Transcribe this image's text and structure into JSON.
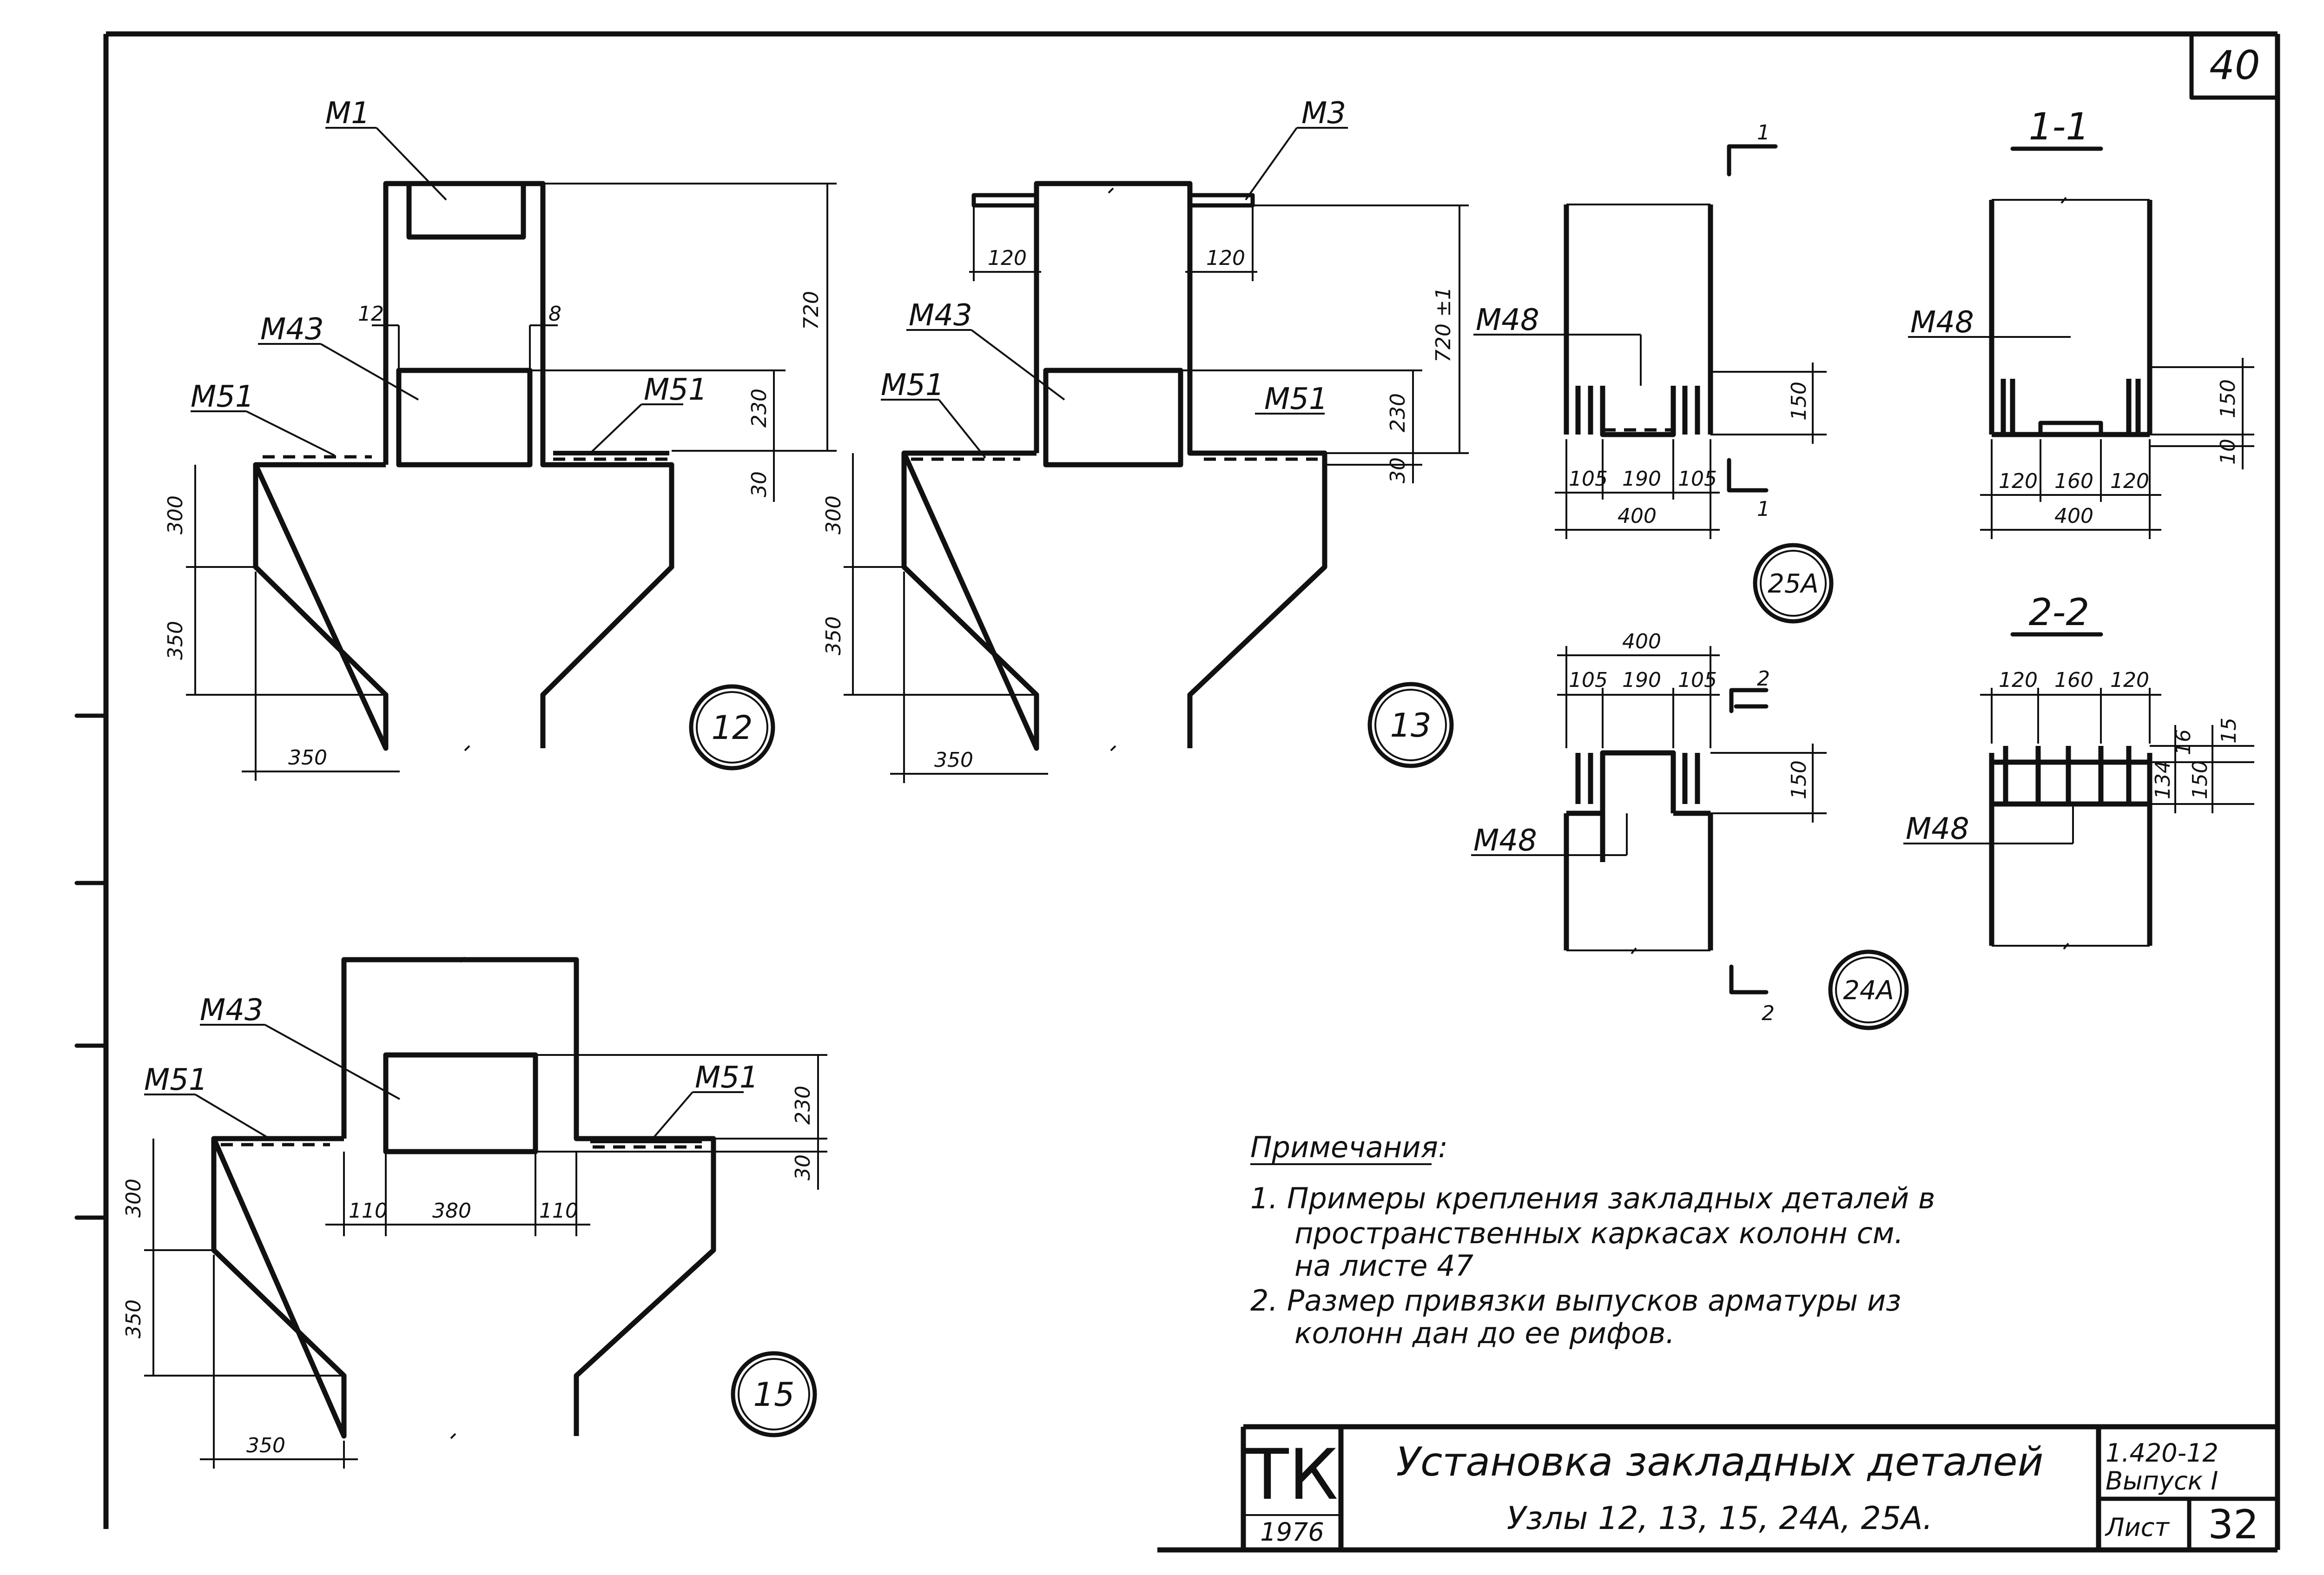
{
  "sheet": {
    "number": "40"
  },
  "nodes": {
    "n12": {
      "circle": "12",
      "labels": {
        "top": "M1",
        "mid": "M43",
        "left": "M51",
        "right": "M51"
      },
      "dims": {
        "gap_left": "12",
        "gap_right": "8",
        "h_total": "720",
        "h_plate": "230",
        "h_step": "30",
        "v_300": "300",
        "v_350": "350",
        "w_350": "350"
      }
    },
    "n13": {
      "circle": "13",
      "labels": {
        "top": "M3",
        "mid": "M43",
        "left": "M51",
        "right": "M51"
      },
      "dims": {
        "left_120": "120",
        "right_120": "120",
        "h_total": "720 ±1",
        "h_plate": "230",
        "h_step": "30",
        "v_300": "300",
        "v_350": "350",
        "w_350": "350"
      }
    },
    "n15": {
      "circle": "15",
      "labels": {
        "mid": "M43",
        "left": "M51",
        "right": "M51"
      },
      "dims": {
        "d110a": "110",
        "d380": "380",
        "d110b": "110",
        "h_plate": "230",
        "h_step": "30",
        "v_300": "300",
        "v_350": "350",
        "w_350": "350"
      }
    },
    "n25a": {
      "circle": "25A",
      "cut": "1",
      "label": "M48",
      "dims": {
        "d105a": "105",
        "d190": "190",
        "d105b": "105",
        "d400": "400",
        "h150": "150"
      }
    },
    "n24a": {
      "circle": "24A",
      "cut": "2",
      "label": "M48",
      "dims": {
        "d400": "400",
        "d105a": "105",
        "d190": "190",
        "d105b": "105",
        "h150": "150"
      }
    },
    "s11": {
      "title": "1-1",
      "label": "M48",
      "dims": {
        "d120a": "120",
        "d160": "160",
        "d120b": "120",
        "d400": "400",
        "h150": "150",
        "h10": "10"
      }
    },
    "s22": {
      "title": "2-2",
      "label": "M48",
      "dims": {
        "d120a": "120",
        "d160": "160",
        "d120b": "120",
        "h16": "16",
        "h15": "15",
        "h134": "134",
        "h150": "150"
      }
    }
  },
  "notes": {
    "heading": "Примечания:",
    "n1_l1": "1.  Примеры крепления  закладных  деталей в",
    "n1_l2": "пространственных   каркасах   колонн  см.",
    "n1_l3": "на  листе  47",
    "n2_l1": "2.  Размер  привязки  выпусков  арматуры из",
    "n2_l2": "колонн дан до ее рифов."
  },
  "title_block": {
    "mark": "ТК",
    "year": "1976",
    "title_line1": "Установка   закладных   деталей",
    "title_line2": "Узлы  12, 13, 15, 24А, 25А.",
    "series": "1.420-12",
    "issue": "Выпуск I",
    "sheet_label": "Лист",
    "sheet_no": "32"
  }
}
